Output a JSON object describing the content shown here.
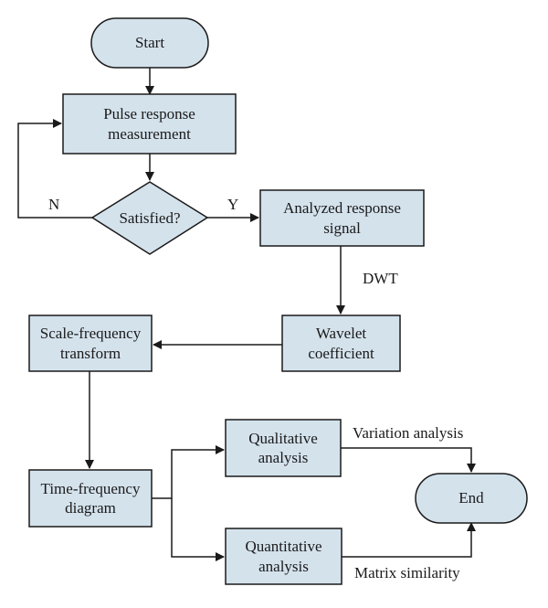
{
  "colors": {
    "node_fill": "#d4e2ec",
    "stroke": "#1a1a1a",
    "text": "#1a1a1a"
  },
  "nodes": {
    "start": "Start",
    "pulse": "Pulse response\nmeasurement",
    "satisfied": "Satisfied?",
    "analyzed": "Analyzed response\nsignal",
    "wavelet": "Wavelet\ncoefficient",
    "scale": "Scale-frequency\ntransform",
    "time": "Time-frequency\ndiagram",
    "qualitative": "Qualitative\nanalysis",
    "quantitative": "Quantitative\nanalysis",
    "end": "End"
  },
  "edge_labels": {
    "no": "N",
    "yes": "Y",
    "dwt": "DWT",
    "variation": "Variation analysis",
    "matrix": "Matrix similarity"
  }
}
